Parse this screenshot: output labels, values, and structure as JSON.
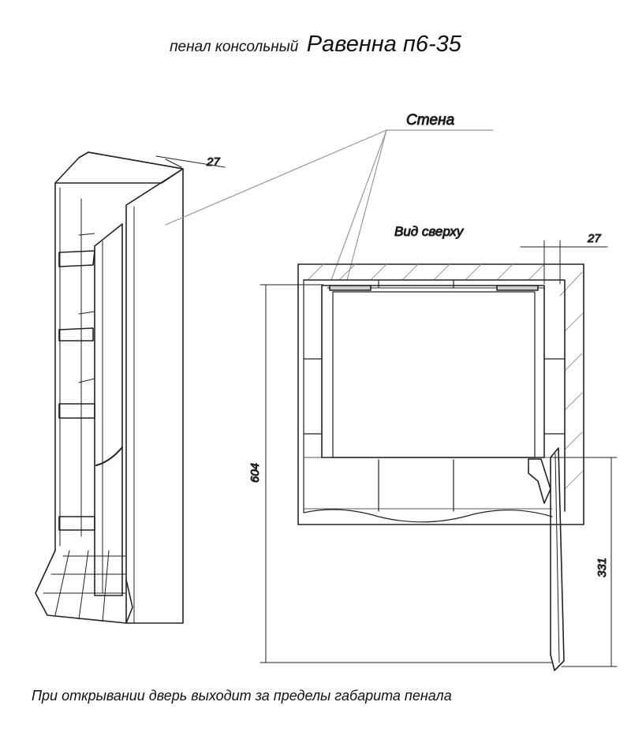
{
  "title": {
    "prefix": "пенал консольный",
    "name": "Равенна п6-35"
  },
  "labels": {
    "wall": "Стена",
    "top_view": "Вид сверху"
  },
  "dimensions": {
    "iso_depth": "27",
    "top_depth": "27",
    "width": "604",
    "door_swing": "331"
  },
  "footer": "При открывании дверь выходит за пределы габарита пенала"
}
